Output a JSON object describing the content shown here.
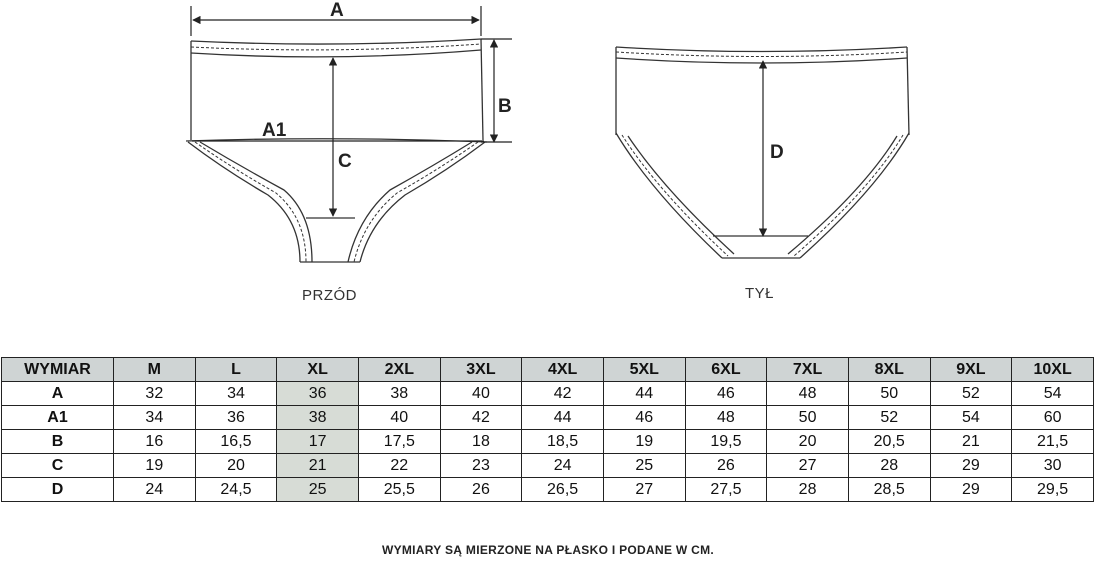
{
  "diagram": {
    "front_label": "PRZÓD",
    "back_label": "TYŁ",
    "dimension_letters": {
      "A": "A",
      "A1": "A1",
      "B": "B",
      "C": "C",
      "D": "D"
    }
  },
  "table": {
    "header_label": "WYMIAR",
    "sizes": [
      "M",
      "L",
      "XL",
      "2XL",
      "3XL",
      "4XL",
      "5XL",
      "6XL",
      "7XL",
      "8XL",
      "9XL",
      "10XL"
    ],
    "highlighted_size": "XL",
    "highlight_color": "#d7dcd6",
    "header_color": "#cfd4d4",
    "rows": [
      {
        "label": "A",
        "values": [
          "32",
          "34",
          "36",
          "38",
          "40",
          "42",
          "44",
          "46",
          "48",
          "50",
          "52",
          "54"
        ]
      },
      {
        "label": "A1",
        "values": [
          "34",
          "36",
          "38",
          "40",
          "42",
          "44",
          "46",
          "48",
          "50",
          "52",
          "54",
          "60"
        ]
      },
      {
        "label": "B",
        "values": [
          "16",
          "16,5",
          "17",
          "17,5",
          "18",
          "18,5",
          "19",
          "19,5",
          "20",
          "20,5",
          "21",
          "21,5"
        ]
      },
      {
        "label": "C",
        "values": [
          "19",
          "20",
          "21",
          "22",
          "23",
          "24",
          "25",
          "26",
          "27",
          "28",
          "29",
          "30"
        ]
      },
      {
        "label": "D",
        "values": [
          "24",
          "24,5",
          "25",
          "25,5",
          "26",
          "26,5",
          "27",
          "27,5",
          "28",
          "28,5",
          "29",
          "29,5"
        ]
      }
    ]
  },
  "footer_note": "WYMIARY SĄ MIERZONE NA PŁASKO I PODANE W CM."
}
